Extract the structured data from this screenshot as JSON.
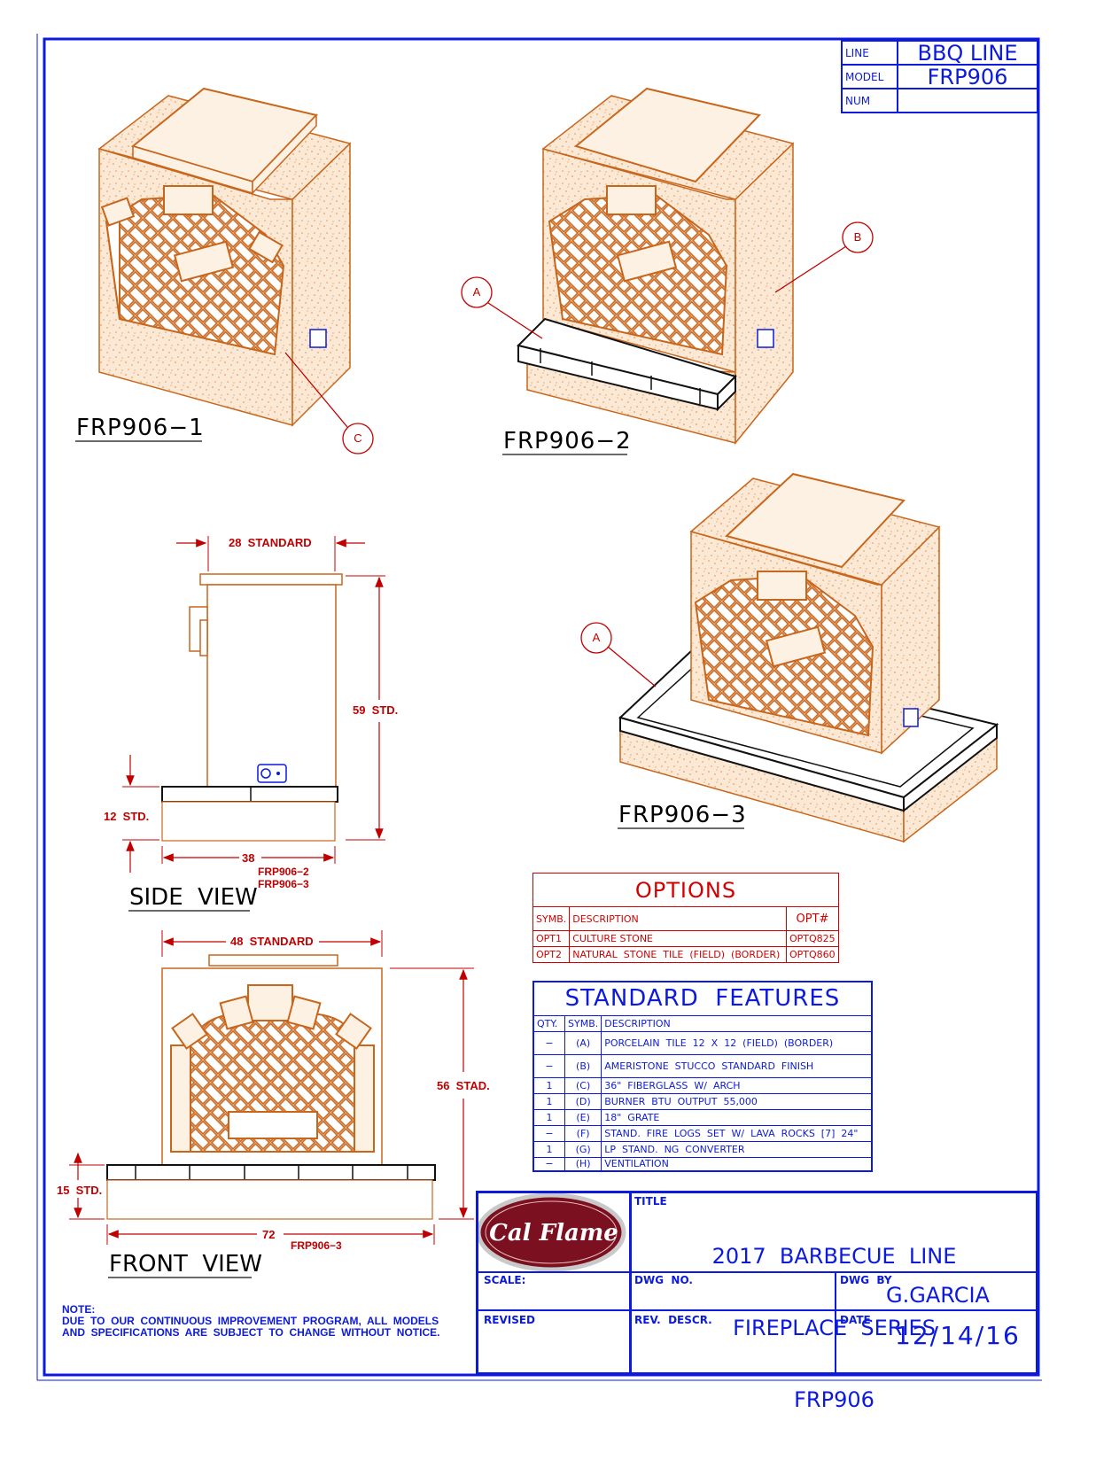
{
  "header": {
    "line_label": "LINE",
    "line_value": "BBQ LINE",
    "model_label": "MODEL",
    "model_value": "FRP906",
    "num_label": "NUM",
    "num_value": ""
  },
  "views": {
    "iso1": "FRP906−1",
    "iso2": "FRP906−2",
    "iso3": "FRP906−3",
    "side_view": "SIDE  VIEW",
    "front_view": "FRONT  VIEW"
  },
  "callouts": {
    "a1": "A",
    "a2": "A",
    "b": "B",
    "c": "C"
  },
  "dimensions": {
    "side_top_width": "28  STANDARD",
    "side_height": "59  STD.",
    "side_base_height": "12  STD.",
    "side_base_width": "38",
    "side_base_note1": "FRP906−2",
    "side_base_note2": "FRP906−3",
    "front_top_width": "48  STANDARD",
    "front_height": "56  STAD.",
    "front_base_height": "15  STD.",
    "front_base_width": "72",
    "front_base_note": "FRP906−3"
  },
  "options": {
    "title": "OPTIONS",
    "headers": [
      "SYMB.",
      "DESCRIPTION",
      "OPT#"
    ],
    "rows": [
      [
        "OPT1",
        "CULTURE  STONE",
        "OPTQ825"
      ],
      [
        "OPT2",
        "NATURAL  STONE  TILE  (FIELD)  (BORDER)",
        "OPTQ860"
      ]
    ]
  },
  "standard_features": {
    "title": "STANDARD  FEATURES",
    "headers": [
      "QTY.",
      "SYMB.",
      "DESCRIPTION"
    ],
    "rows": [
      [
        "−",
        "(A)",
        "PORCELAIN  TILE  12  X  12  (FIELD)  (BORDER)"
      ],
      [
        "−",
        "(B)",
        "AMERISTONE  STUCCO  STANDARD  FINISH"
      ],
      [
        "1",
        "(C)",
        "36\"  FIBERGLASS  W/  ARCH"
      ],
      [
        "1",
        "(D)",
        "BURNER  BTU  OUTPUT  55,000"
      ],
      [
        "1",
        "(E)",
        "18\"  GRATE"
      ],
      [
        "−",
        "(F)",
        "STAND.  FIRE  LOGS  SET  W/  LAVA  ROCKS  [7]  24\""
      ],
      [
        "1",
        "(G)",
        "LP  STAND.  NG  CONVERTER"
      ],
      [
        "−",
        "(H)",
        "VENTILATION"
      ]
    ]
  },
  "title_block": {
    "logo_text": "Cal Flame",
    "title_label": "TITLE",
    "title_line1": "2017  BARBECUE  LINE",
    "title_line2": "FIREPLACE  SERIES",
    "title_line3": "FRP906",
    "scale_label": "SCALE:",
    "dwg_no_label": "DWG  NO.",
    "dwg_by_label": "DWG  BY",
    "dwg_by_value": "G.GARCIA",
    "revised_label": "REVISED",
    "rev_descr_label": "REV.  DESCR.",
    "date_label": "DATE",
    "date_value": "12/14/16"
  },
  "note": {
    "label": "NOTE:",
    "line1": "DUE  TO  OUR  CONTINUOUS  IMPROVEMENT  PROGRAM,  ALL  MODELS",
    "line2": "AND  SPECIFICATIONS  ARE  SUBJECT  TO  CHANGE  WITHOUT  NOTICE."
  },
  "colors": {
    "frame": "#0b1adc",
    "dimension": "#c00000",
    "brick": "#c8661c",
    "stucco": "#f6dcc0",
    "logo": "#7a1020"
  }
}
